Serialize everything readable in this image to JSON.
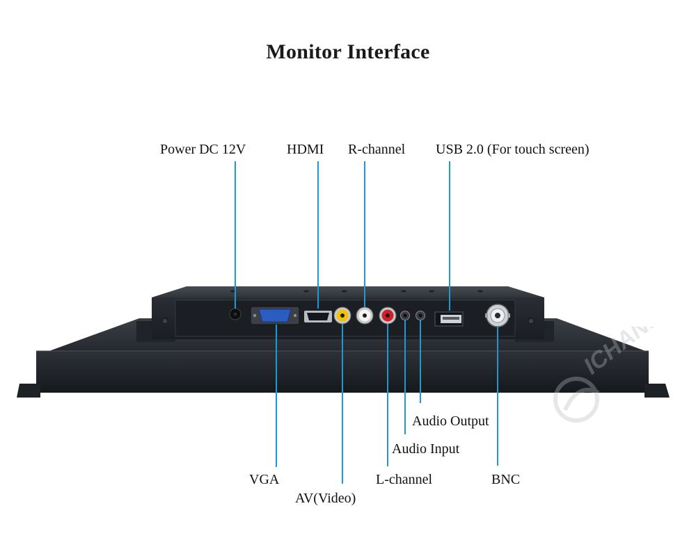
{
  "title": "Monitor Interface",
  "labels": {
    "power": "Power DC 12V",
    "hdmi": "HDMI",
    "r_channel": "R-channel",
    "usb": "USB 2.0 (For touch screen)",
    "vga": "VGA",
    "av_video": "AV(Video)",
    "l_channel": "L-channel",
    "audio_input": "Audio Input",
    "audio_output": "Audio Output",
    "bnc": "BNC"
  },
  "watermark": {
    "text": "ICHANK"
  },
  "colors": {
    "callout": "#1d9ad6",
    "chassis": "#1c1f24",
    "panel": "#23272d",
    "text": "#111111"
  }
}
